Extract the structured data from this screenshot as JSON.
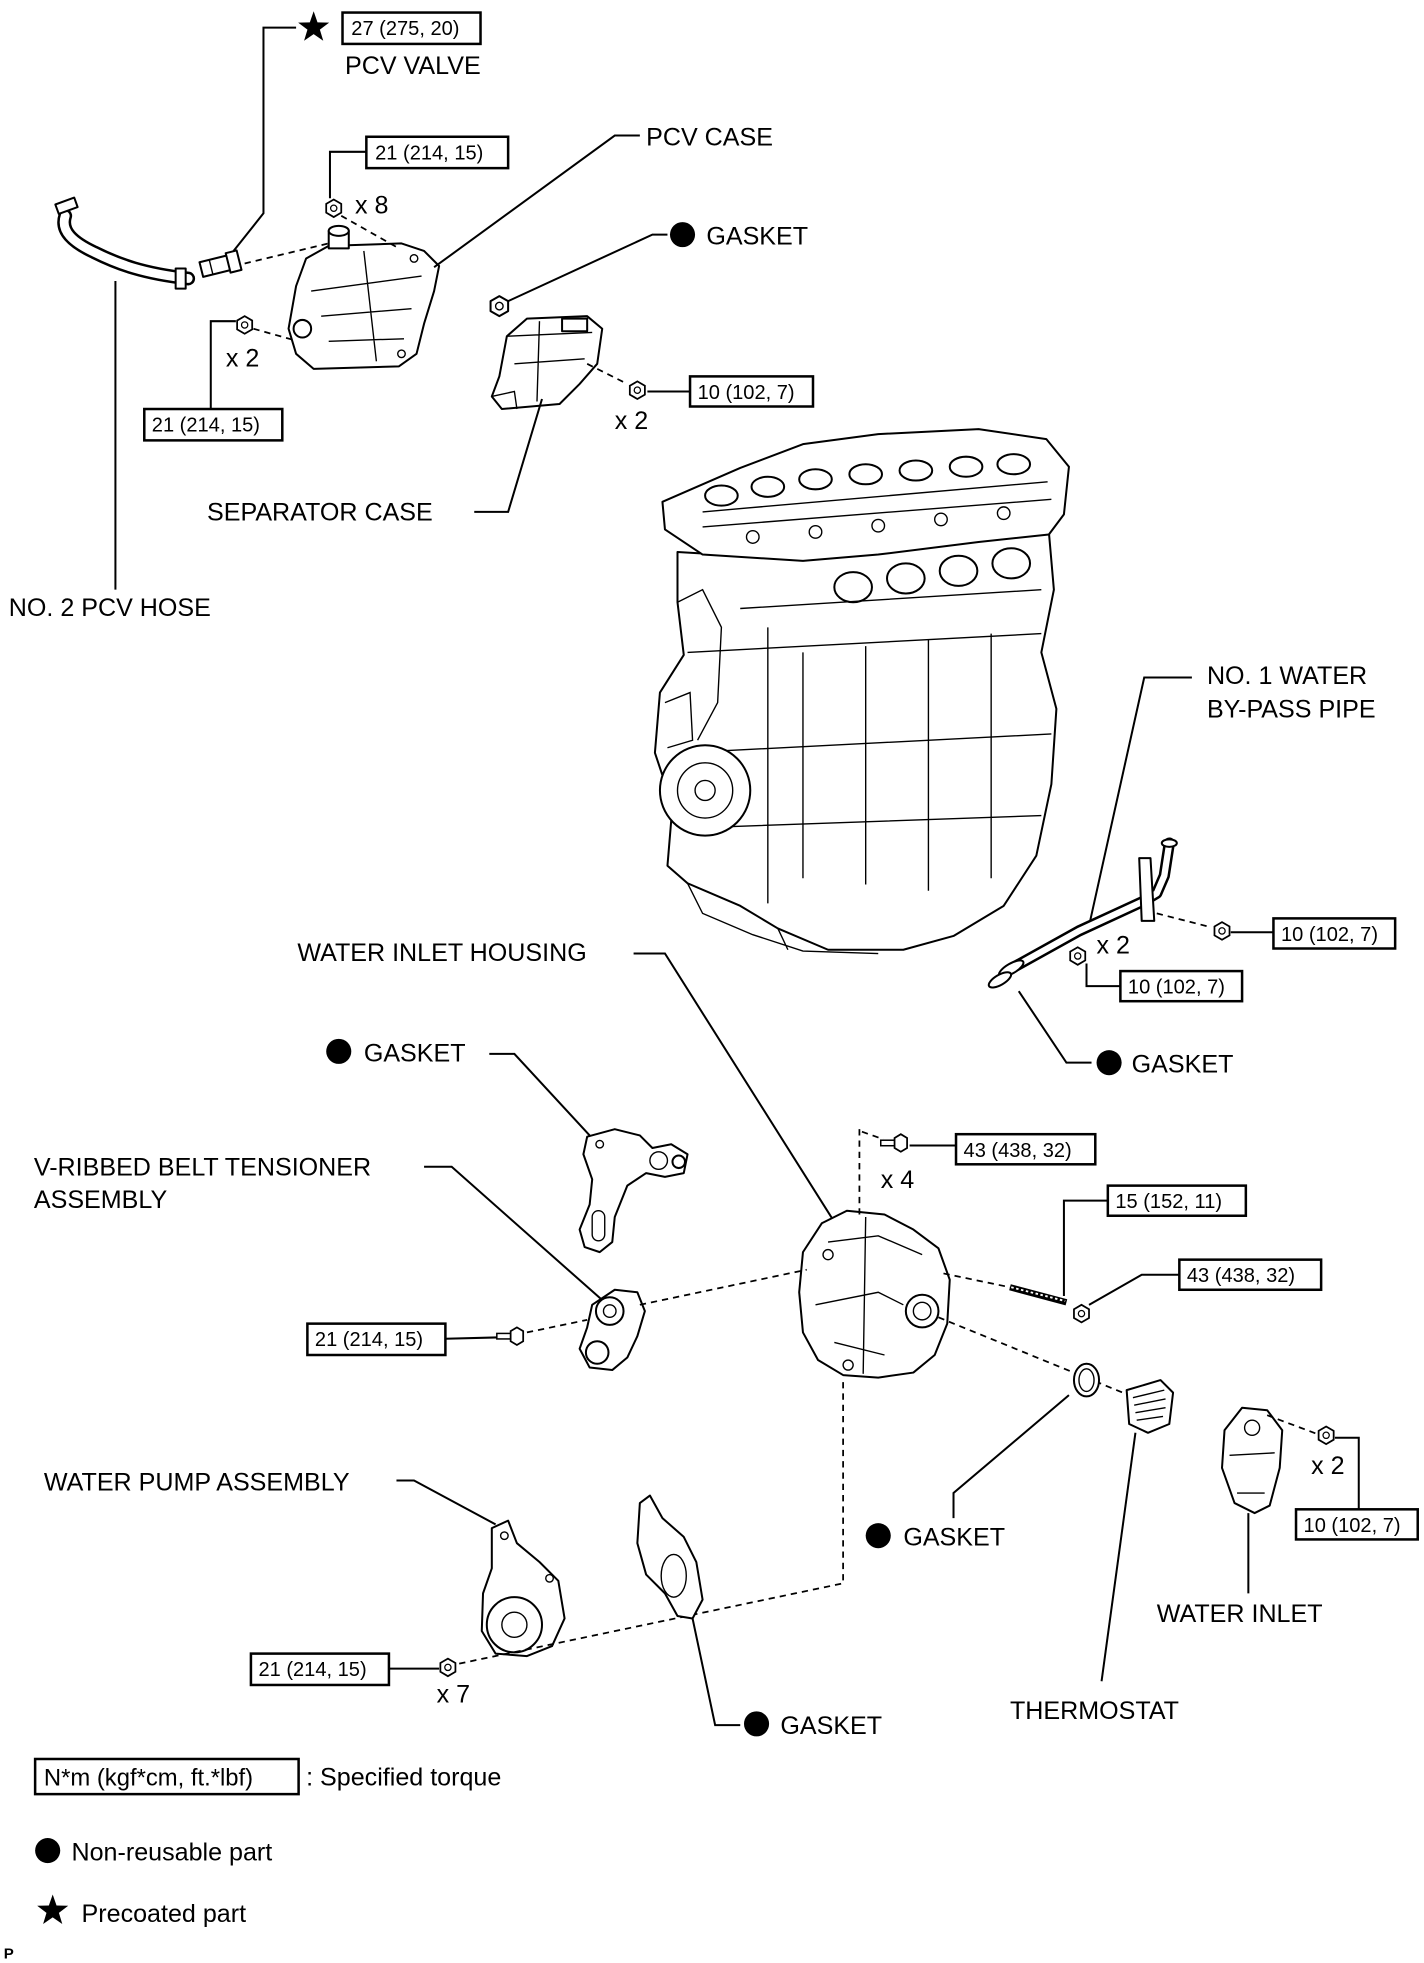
{
  "figure": {
    "corner_mark": "P"
  },
  "parts": {
    "pcv_valve": {
      "label": "PCV VALVE",
      "torque": "27 (275, 20)"
    },
    "pcv_case": {
      "label": "PCV CASE",
      "bolt_torque": "21 (214, 15)",
      "bolt_qty": "x 8",
      "nut_torque": "21 (214, 15)",
      "nut_qty": "x 2"
    },
    "pcv_case_gasket": {
      "label": "GASKET"
    },
    "separator_case": {
      "label": "SEPARATOR CASE",
      "bolt_torque": "10 (102, 7)",
      "bolt_qty": "x 2"
    },
    "no2_pcv_hose": {
      "label": "NO. 2 PCV HOSE"
    },
    "no1_water_bypass_pipe": {
      "label_line1": "NO. 1 WATER",
      "label_line2": "BY-PASS PIPE",
      "bolt_torque": "10 (102, 7)",
      "nut_torque": "10 (102, 7)",
      "nut_qty": "x 2"
    },
    "bypass_pipe_gasket": {
      "label": "GASKET"
    },
    "water_inlet_housing": {
      "label": "WATER INLET HOUSING",
      "bolt_torque": "43 (438, 32)",
      "bolt_qty": "x 4",
      "stud_torque": "15 (152, 11)",
      "nut_torque": "43 (438, 32)"
    },
    "housing_gasket": {
      "label": "GASKET"
    },
    "belt_tensioner": {
      "label_line1": "V-RIBBED BELT TENSIONER",
      "label_line2": "ASSEMBLY",
      "bolt_torque": "21 (214, 15)"
    },
    "water_pump": {
      "label": "WATER PUMP ASSEMBLY",
      "bolt_torque": "21 (214, 15)",
      "bolt_qty": "x 7"
    },
    "water_pump_gasket": {
      "label": "GASKET"
    },
    "thermostat": {
      "label": "THERMOSTAT"
    },
    "thermostat_gasket": {
      "label": "GASKET"
    },
    "water_inlet": {
      "label": "WATER INLET",
      "nut_torque": "10 (102, 7)",
      "nut_qty": "x 2"
    }
  },
  "legend": {
    "torque_unit": "N*m (kgf*cm, ft.*lbf)",
    "torque_text": ": Specified torque",
    "non_reusable_text": "Non-reusable part",
    "precoated_text": "Precoated part"
  },
  "symbols": {
    "non_reusable": "filled-circle-icon",
    "precoated": "star-icon"
  },
  "colors": {
    "ink": "#000000",
    "background": "#ffffff"
  }
}
